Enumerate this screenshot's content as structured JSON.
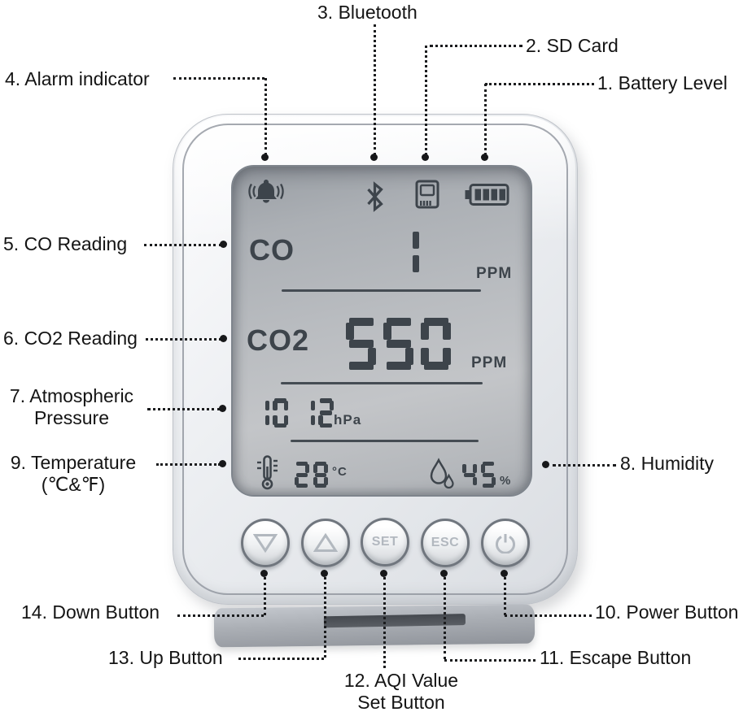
{
  "callouts": {
    "battery": "1. Battery Level",
    "sd_card": "2. SD Card",
    "bluetooth": "3. Bluetooth",
    "alarm": "4. Alarm indicator",
    "co": "5. CO Reading",
    "co2": "6. CO2 Reading",
    "pressure_line1": "7. Atmospheric",
    "pressure_line2": "Pressure",
    "humidity": "8. Humidity",
    "temperature_line1": "9. Temperature",
    "temperature_line2": "(℃&℉)",
    "power": "10. Power Button",
    "escape": "11. Escape Button",
    "aqi_line1": "12. AQI Value",
    "aqi_line2": "Set Button",
    "up": "13. Up Button",
    "down": "14. Down Button"
  },
  "lcd": {
    "status_icons": [
      "alarm-bell",
      "bluetooth",
      "sd-card",
      "battery"
    ],
    "battery_bars": 4,
    "co": {
      "label": "CO",
      "value": "1",
      "unit": "PPM"
    },
    "co2": {
      "label": "CO2",
      "value": "550",
      "unit": "PPM"
    },
    "pressure": {
      "value": "1012",
      "unit": "hPa"
    },
    "temperature": {
      "value": "28",
      "unit": "°C"
    },
    "humidity": {
      "value": "45",
      "unit": "%"
    }
  },
  "buttons": [
    {
      "id": "down",
      "icon": "triangle-down"
    },
    {
      "id": "up",
      "icon": "triangle-up"
    },
    {
      "id": "set",
      "label": "SET"
    },
    {
      "id": "esc",
      "label": "ESC"
    },
    {
      "id": "power",
      "icon": "power-symbol"
    }
  ],
  "colors": {
    "lcd_ink": "#3d444b",
    "callout_text": "#141414",
    "button_glyph": "#b2b8bf",
    "leader_line": "#1b1c1e"
  }
}
